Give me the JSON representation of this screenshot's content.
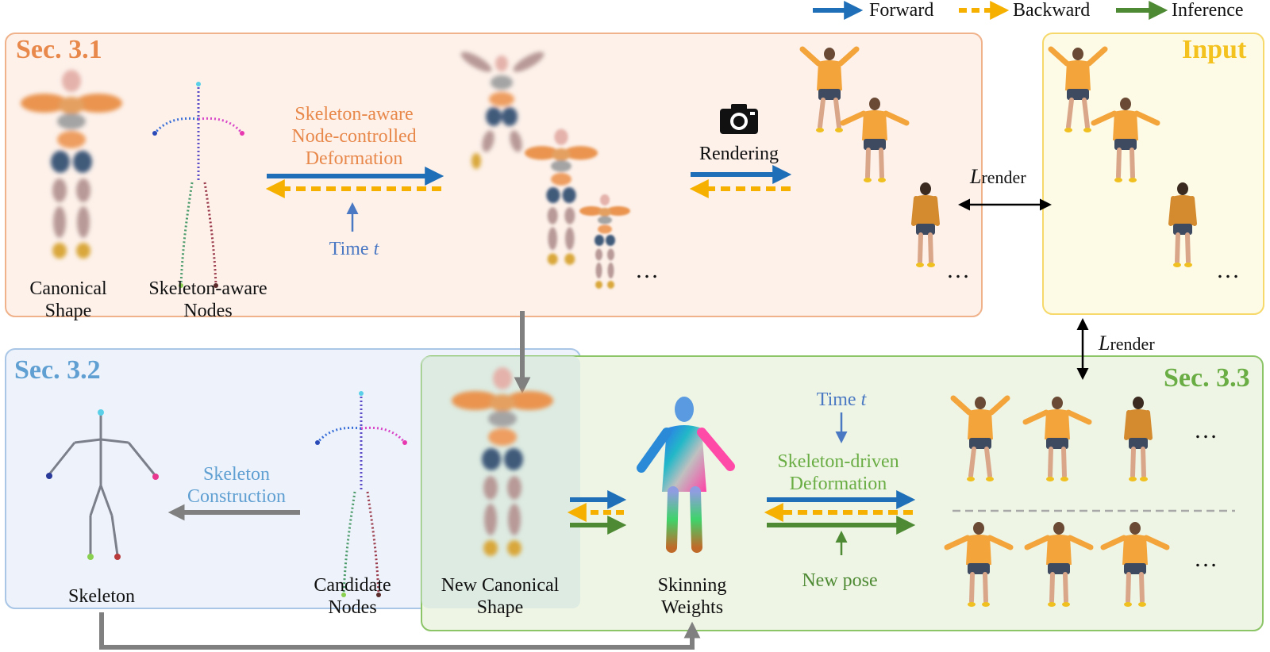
{
  "legend": {
    "forward": "Forward",
    "backward": "Backward",
    "inference": "Inference"
  },
  "sections": {
    "s31": "Sec. 3.1",
    "input": "Input",
    "s32": "Sec. 3.2",
    "s33": "Sec. 3.3"
  },
  "labels": {
    "canonical_shape_1": "Canonical",
    "canonical_shape_2": "Shape",
    "skeleton_nodes_1": "Skeleton-aware",
    "skeleton_nodes_2": "Nodes",
    "deform_1": "Skeleton-aware",
    "deform_2": "Node-controlled",
    "deform_3": "Deformation",
    "time_t_top": "Time",
    "time_var": "t",
    "rendering": "Rendering",
    "ellipsis": "…",
    "loss_L": "L",
    "loss_sub": "render",
    "skeleton": "Skeleton",
    "skel_construction_1": "Skeleton",
    "skel_construction_2": "Construction",
    "candidate_1": "Candidate",
    "candidate_2": "Nodes",
    "new_canonical_1": "New Canonical",
    "new_canonical_2": "Shape",
    "skinning_1": "Skinning",
    "skinning_2": "Weights",
    "time_t_bottom": "Time",
    "driven_1": "Skeleton-driven",
    "driven_2": "Deformation",
    "new_pose": "New pose"
  },
  "colors": {
    "forward": "#1f6fb8",
    "backward": "#f6b100",
    "inference": "#4e8a33",
    "sec31": "#e8884a",
    "input": "#f4c21e",
    "sec32": "#5f9fd2",
    "sec33": "#6aad45",
    "gray_arrow": "#808080"
  },
  "icons": {
    "camera": "camera-icon"
  }
}
